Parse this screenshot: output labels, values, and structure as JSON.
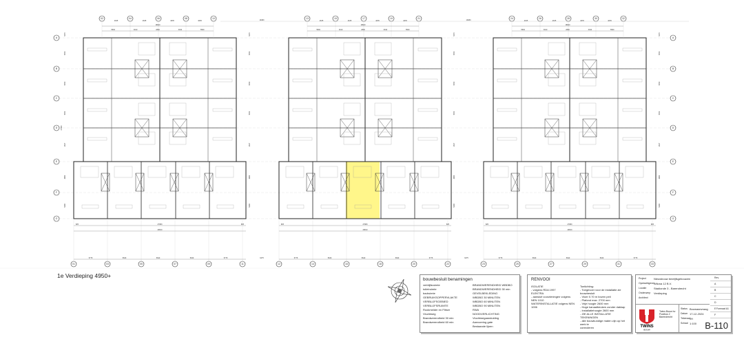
{
  "floor_title": "1e Verdieping 4950+",
  "grid_rows": [
    "A",
    "B",
    "C",
    "D",
    "E",
    "F",
    "G"
  ],
  "blocks": [
    {
      "top_grids": [
        "02",
        "04",
        "06",
        "08",
        "10"
      ],
      "bottom_grids": [
        "01",
        "03",
        "05",
        "07",
        "09",
        "11"
      ]
    },
    {
      "top_grids": [
        "13",
        "15",
        "17",
        "19",
        "21"
      ],
      "bottom_grids": [
        "12",
        "14",
        "16",
        "18",
        "20",
        "22"
      ]
    },
    {
      "top_grids": [
        "24",
        "26",
        "28",
        "30",
        "32"
      ],
      "bottom_grids": [
        "23",
        "25",
        "27",
        "29",
        "31",
        "33"
      ]
    }
  ],
  "dims": {
    "top_bays": [
      "4635",
      "4635",
      "4635",
      "4635"
    ],
    "top_overall": "18620",
    "top_sub": [
      "5500",
      "3010",
      "2800",
      "3010",
      "5500"
    ],
    "between_blocks_top": "19480",
    "bottom_bays": [
      "5775",
      "5630",
      "5640",
      "5630",
      "5775"
    ],
    "between_blocks_bottom": "6475",
    "bottom_sub": [
      "825",
      "27980",
      "825"
    ],
    "bottom_overall": "29810",
    "left_rows": [
      "5270",
      "5050",
      "5050",
      "5050",
      "1617",
      "4860",
      "5449"
    ],
    "left_overall": "27980"
  },
  "highlight_color": "#fff68a",
  "legend": {
    "title": "bouwbesluit benamingen",
    "left_items": [
      "verblijfsruimte",
      "toiletruimte",
      "badruimte",
      "GEBRUIKSOPPERVLAKTE",
      "VERBLIJFSGEBIED",
      "VERBLIJFSRUIMTE",
      "Rookmelder en Flitser",
      "Vluchtweg",
      "Brandwerendheid 30 min",
      "Brandwerendheid 60 min"
    ],
    "right_items": [
      "BRANDWERENDHEID WBDBO",
      "BRANDWERENDHEID 30 min",
      "GEVELBEKLEDING",
      "WBDBO 30 MINUTEN",
      "WBDBO 60 MINUTEN",
      "WBDBO 90 MINUTEN",
      "RWA",
      "NOODVERLICHTING",
      "Vluchtwegaanduiding",
      "Aanvoering gate",
      "Bestaande lijnen"
    ]
  },
  "renvooi": {
    "title": "RENVOOI",
    "left_items": [
      "ISOLATIE",
      "- volgens RDA 1997",
      "ELEKTRA",
      "- aansluit voorzieningen volgens NEN 1010",
      "WATERINSTALLATIE volgens NEN 1006"
    ],
    "right_items": [
      "Toelichting:",
      "- Toegevoer voor de installatie zie bouwbesluit",
      "- Vloer 0.70 m boven peil",
      "- Plafond max. 2700 mm",
      "- Vrije hoogte 2600 mm",
      "- Hoge kanaalbeuken zonder dakkap",
      "- Installatiehoogte 2600 mm",
      "- ZIE ALLE INSTALLATIE TEKENINGEN",
      "- alle bouwkundige maten zijn op het werk te",
      "  controleren"
    ]
  },
  "title_block": {
    "project_label": "Project",
    "project": "Nieuwbouw bedrijfsgebouwen",
    "client_label": "Opdrachtgever",
    "client": "Wilona 12 B.V.",
    "location_label": "Locatie",
    "location": "Stadionde 3 - Barendrecht",
    "subject_label": "Onderwerp",
    "subject": "Verdieping",
    "architect_label": "Architect",
    "company": [
      "Twins Bouw bv",
      "Postbus 2",
      "Barendrecht"
    ],
    "sheet_label": "Status",
    "sheet": "Bouwaanvraag",
    "date_label": "Datum",
    "date": "17-12-2024",
    "drawer_label": "Tekenaar",
    "drawer": "JH",
    "scale_label": "Schaal",
    "scale": "1:100",
    "format_label": "Formaat",
    "format": "A1",
    "rev_header": "Rev.",
    "revisions": [
      "A",
      "B",
      "C",
      "D",
      "E",
      "F"
    ],
    "sheet_number": "B-110",
    "logo_text": "TWINS BOUW",
    "brand_color": "#d9232a"
  }
}
